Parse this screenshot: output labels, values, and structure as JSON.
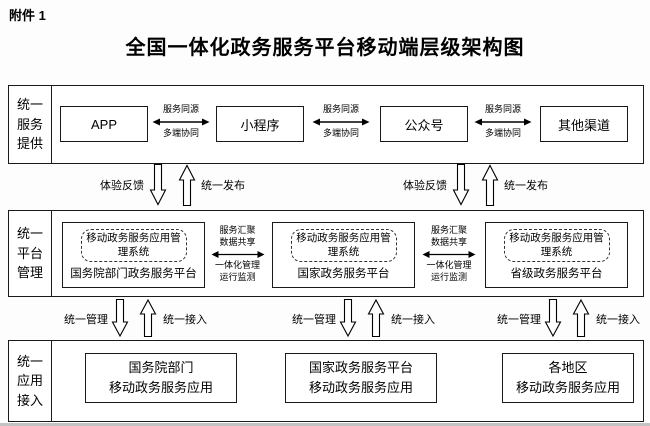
{
  "page": {
    "attachment": "附件 1",
    "title": "全国一体化政务服务平台移动端层级架构图"
  },
  "service_band": {
    "label": "统一服务提供",
    "channels": [
      "APP",
      "小程序",
      "公众号",
      "其他渠道"
    ],
    "sync": {
      "top": "服务同源",
      "bottom": "多端协同"
    }
  },
  "release_flow": {
    "down": "体验反馈",
    "up": "统一发布"
  },
  "platform_band": {
    "label": "统一平台管理",
    "nodes": [
      {
        "system": "移动政务服务应用管理系统",
        "name": "国务院部门政务服务平台"
      },
      {
        "system": "移动政务服务应用管理系统",
        "name": "国家政务服务平台"
      },
      {
        "system": "移动政务服务应用管理系统",
        "name": "省级政务服务平台"
      }
    ],
    "link": {
      "t1": "服务汇聚",
      "t2": "数据共享",
      "b1": "一体化管理",
      "b2": "运行监测"
    }
  },
  "access_flow": {
    "down": "统一管理",
    "up": "统一接入"
  },
  "application_band": {
    "label": "统一应用接入",
    "apps": [
      {
        "l1": "国务院部门",
        "l2": "移动政务服务应用"
      },
      {
        "l1": "国家政务服务平台",
        "l2": "移动政务服务应用"
      },
      {
        "l1": "各地区",
        "l2": "移动政务服务应用"
      }
    ]
  },
  "colors": {
    "border": "#1a1a1a",
    "background": "#ffffff",
    "text": "#000000"
  }
}
